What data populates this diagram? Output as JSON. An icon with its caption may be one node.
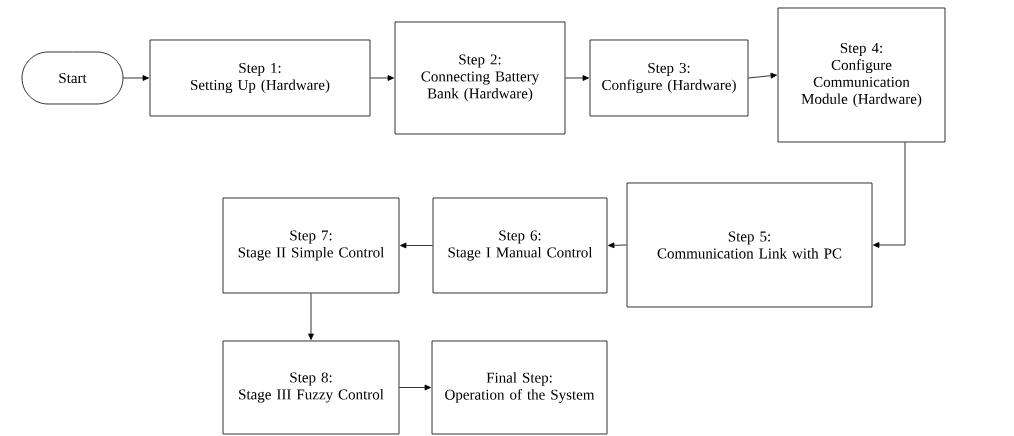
{
  "diagram": {
    "nodes": [
      {
        "text": [
          "Start"
        ]
      },
      {
        "text": [
          "Step 1:",
          "Setting Up (Hardware)"
        ]
      },
      {
        "text": [
          "Step 2:",
          "Connecting Battery Bank (Hardware)"
        ]
      },
      {
        "text": [
          "Step 3:",
          "Configure (Hardware)"
        ]
      },
      {
        "text": [
          "Step 4:",
          "Configure Communication Module (Hardware)"
        ]
      },
      {
        "text": [
          "Step 5:",
          "Communication Link with PC"
        ]
      },
      {
        "text": [
          "Step 6:",
          "Stage I Manual Control"
        ]
      },
      {
        "text": [
          "Step 7:",
          "Stage II Simple Control"
        ]
      },
      {
        "text": [
          "Step 8:",
          "Stage III Fuzzy Control"
        ]
      },
      {
        "text": [
          "Final Step:",
          "Operation of the System"
        ]
      }
    ],
    "edges": [
      {
        "from": 0,
        "to": 1,
        "arrow": "to"
      },
      {
        "from": 1,
        "to": 2,
        "arrow": "to"
      },
      {
        "from": 2,
        "to": 3,
        "arrow": "to"
      },
      {
        "from": 3,
        "to": 4,
        "arrow": "to"
      },
      {
        "from": 4,
        "to": 5,
        "arrow": "to"
      },
      {
        "from": 5,
        "to": 6,
        "arrow": "to"
      },
      {
        "from": 6,
        "to": 7,
        "arrow": "to"
      },
      {
        "from": 7,
        "to": 8,
        "arrow": "to"
      },
      {
        "from": 8,
        "to": 9,
        "arrow": "to"
      }
    ]
  }
}
